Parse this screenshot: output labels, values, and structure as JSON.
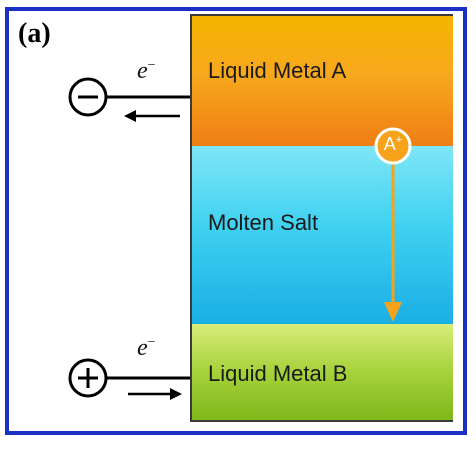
{
  "panel_label": "(a)",
  "layers": {
    "top": "Liquid Metal A",
    "middle": "Molten Salt",
    "bottom": "Liquid Metal B"
  },
  "electron": {
    "base": "e",
    "charge": "−"
  },
  "ion": {
    "base": "A",
    "charge": "+"
  },
  "terminals": {
    "negative": "−",
    "positive": "+"
  },
  "colors": {
    "frame": "#1b2fc4",
    "metal_a": "#f7a81d",
    "salt": "#3fd1f0",
    "metal_b": "#a6d23a",
    "ion_arrow": "#f6a21a"
  }
}
